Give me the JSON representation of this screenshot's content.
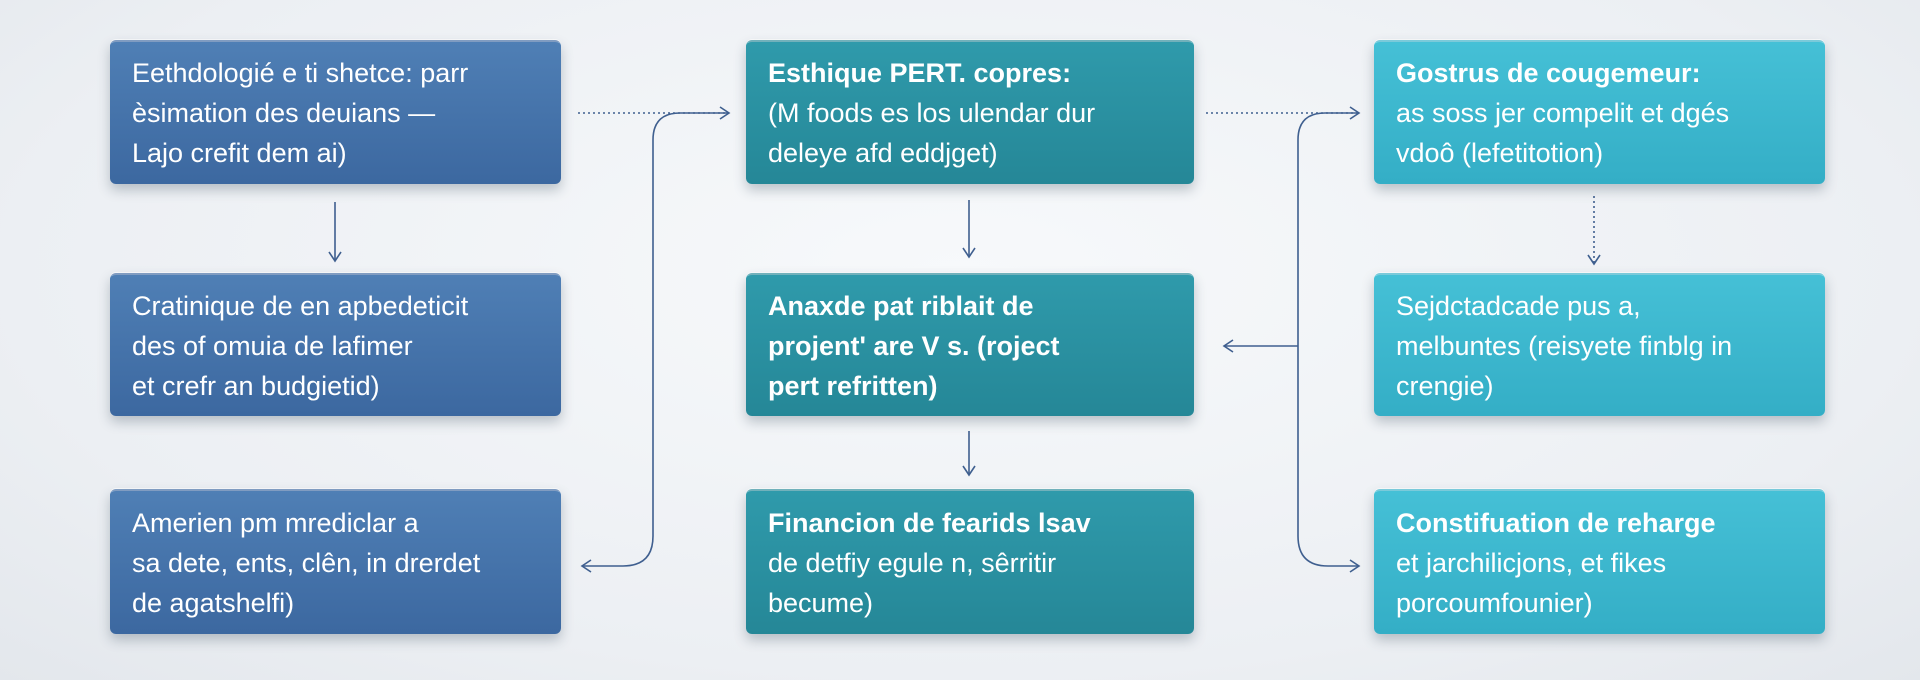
{
  "columns": [
    {
      "boxes": [
        {
          "lines": [
            "Eethdologié e ti shetce: parr",
            "èsimation des deuians —",
            "Lajo crefit dem ai)"
          ],
          "bold_first": false
        },
        {
          "lines": [
            "Cratinique de en apbedeticit",
            "des of omuia de lafimer",
            "et crefr an budgietid)"
          ],
          "bold_first": false
        },
        {
          "lines": [
            "Amerien pm mrediclar a",
            "sa dete, ents, clên, in drerdet",
            "de agatshelfi)"
          ],
          "bold_first": false
        }
      ]
    },
    {
      "boxes": [
        {
          "lines": [
            "Esthique PERT. copres:",
            "(M foods es los ulendar dur",
            "deleye afd eddjget)"
          ],
          "bold_first": true
        },
        {
          "lines": [
            "Anaxde pat riblait de",
            "projent' are V s. (roject",
            "pert refritten)"
          ],
          "bold_first": true
        },
        {
          "lines": [
            "Financion de fearids lsav",
            "de detfiy egule n, sêrritir",
            "becume)"
          ],
          "bold_first": true
        }
      ]
    },
    {
      "boxes": [
        {
          "lines": [
            "Gostrus de cougemeur:",
            "as soss jer compelit et dgés",
            "vdoô (lefetitotion)"
          ],
          "bold_first": true
        },
        {
          "lines": [
            "Sejdctadcade pus a,",
            "melbuntes (reisyete finblg in",
            "crengie)"
          ],
          "bold_first": false
        },
        {
          "lines": [
            "Constifuation de reharge",
            "et jarchilicjons, et fikes",
            "porcoumfounier)"
          ],
          "bold_first": true
        }
      ]
    }
  ],
  "colors": {
    "col1": "#4474aa",
    "col2": "#2a8fa0",
    "col3": "#3bb6cd",
    "connector": "#3f5f8f"
  }
}
